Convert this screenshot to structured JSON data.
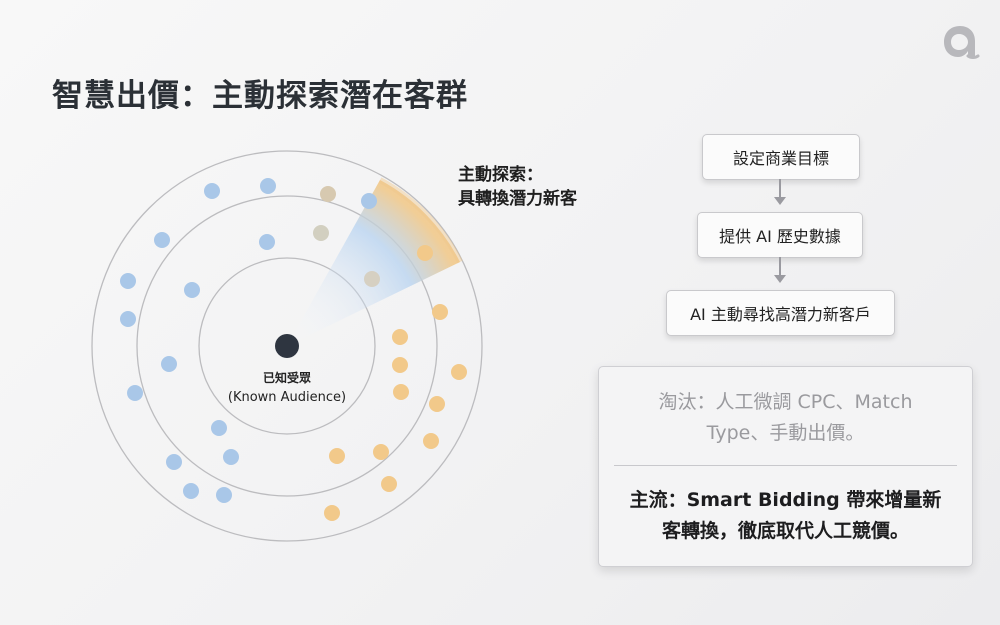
{
  "title": "智慧出價：主動探索潛在客群",
  "logo": {
    "icon": "a-logo-icon",
    "color": "#b8b8bc"
  },
  "diagram": {
    "center_label_cn": "已知受眾",
    "center_label_en": "(Known Audience)",
    "explore_line1": "主動探索：",
    "explore_line2": "具轉換潛力新客",
    "colors": {
      "blue_dot": "#a9c7e8",
      "orange_dot": "#f2c98a",
      "center_dot": "#2e3540",
      "ring": "#bcbcbf"
    }
  },
  "flow": {
    "steps": [
      "設定商業目標",
      "提供 AI 歷史數據",
      "AI 主動尋找高潛力新客戶"
    ]
  },
  "card": {
    "obsolete_line1": "淘汰：人工微調 CPC、Match",
    "obsolete_line2": "Type、手動出價。",
    "mainstream_line1": "主流：Smart Bidding 帶來增量新",
    "mainstream_line2": "客轉換，徹底取代人工競價。"
  }
}
